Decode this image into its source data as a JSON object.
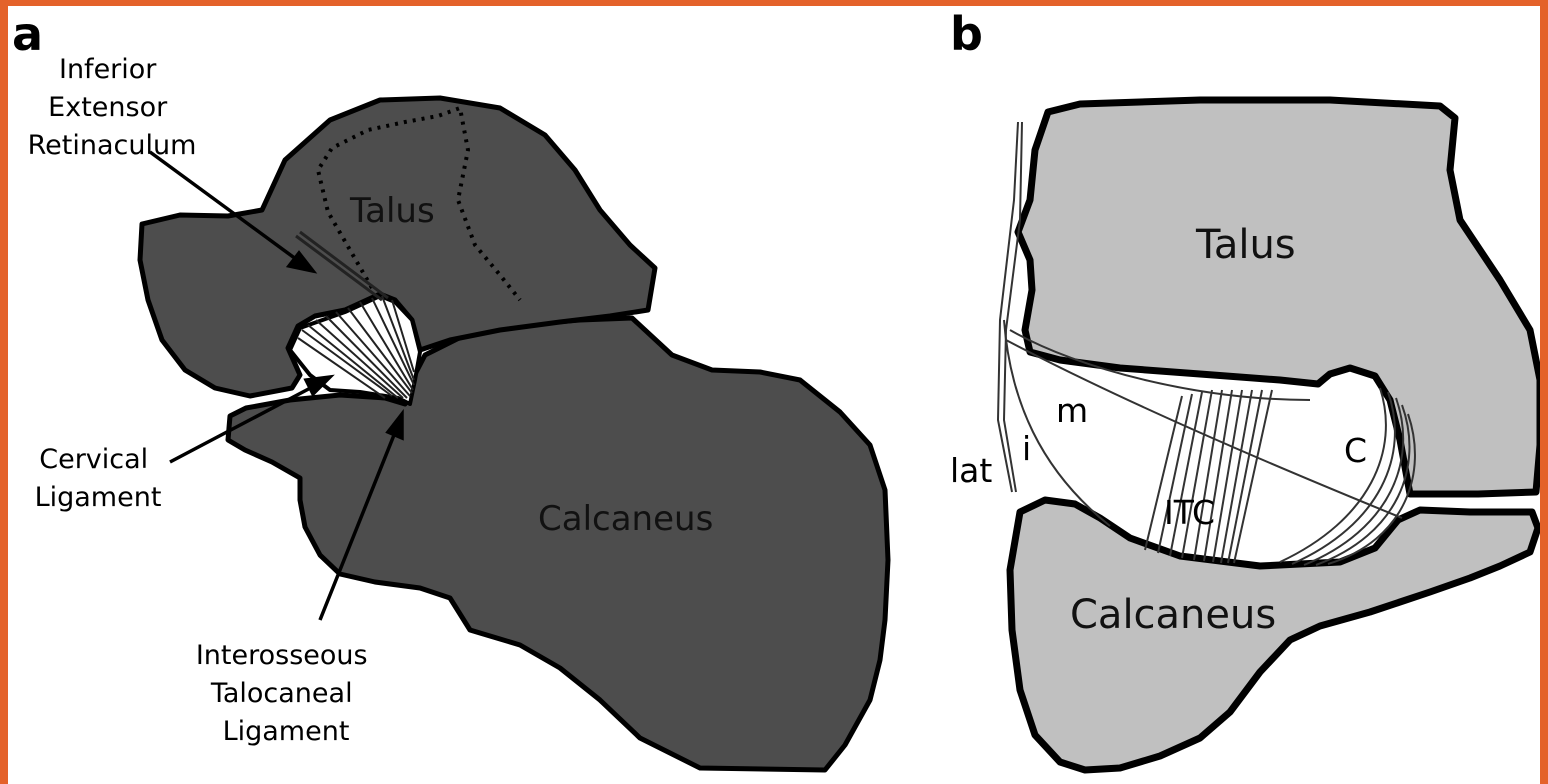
{
  "colors": {
    "border": "#e4622a",
    "bone_dark": "#4d4d4d",
    "bone_light": "#c0c0c0",
    "outline": "#000000",
    "background": "#ffffff"
  },
  "panel_a": {
    "letter": "a",
    "bone_talus": "Talus",
    "bone_calcaneus": "Calcaneus",
    "callout_retinaculum": [
      "Inferior",
      "Extensor",
      "Retinaculum"
    ],
    "callout_cervical": [
      "Cervical",
      "Ligament"
    ],
    "callout_interosseous": [
      "Interosseous",
      "Talocaneal",
      "Ligament"
    ]
  },
  "panel_b": {
    "letter": "b",
    "bone_talus": "Talus",
    "bone_calcaneus": "Calcaneus",
    "lig_lat": "lat",
    "lig_i": "i",
    "lig_m": "m",
    "lig_itc": "ITC",
    "lig_c": "C"
  }
}
